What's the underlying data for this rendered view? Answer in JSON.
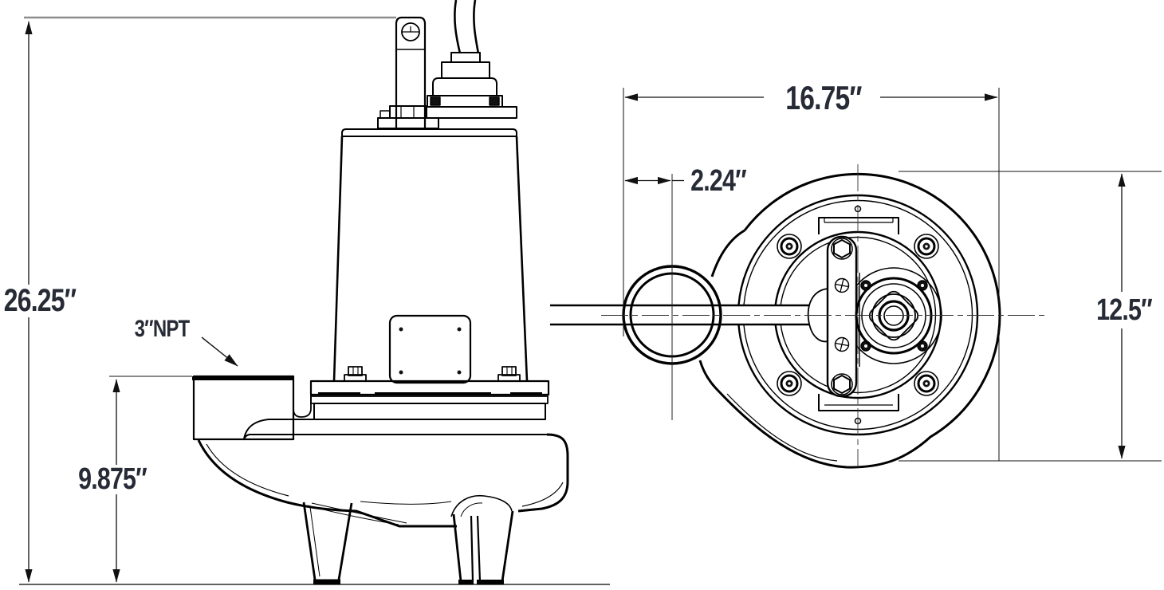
{
  "drawing": {
    "dimensions": {
      "overall_height": "26.25″",
      "discharge_height": "9.875″",
      "discharge_connection": "3″NPT",
      "overall_length": "16.75″",
      "discharge_offset": "2.24″",
      "body_diameter": "12.5″"
    },
    "colors": {
      "line": "#000000",
      "dimension_line": "#111111",
      "label_text": "#262b36",
      "extension_gray": "#8e8e8e",
      "background": "#ffffff"
    }
  }
}
